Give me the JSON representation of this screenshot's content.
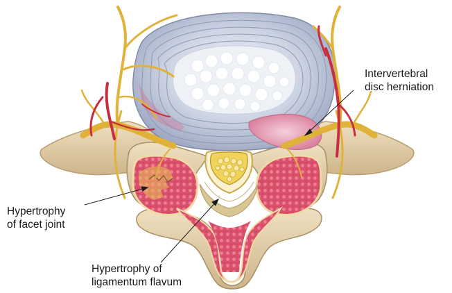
{
  "labels": {
    "disc_herniation": {
      "line1": "Intervertebral",
      "line2": "disc herniation"
    },
    "facet_joint": {
      "line1": "Hypertrophy",
      "line2": "of facet joint"
    },
    "ligamentum_flavum": {
      "line1": "Hypertrophy of",
      "line2": "ligamentum flavum"
    }
  },
  "colors": {
    "bone": "#e6d3ae",
    "bone_shade": "#c9b187",
    "disc_rings": "#a9b4cc",
    "nucleus": "#eef1f6",
    "herniation": "#e7a3b8",
    "marrow": "#d9506b",
    "nerve": "#e2b53e",
    "artery": "#c8303f",
    "ligament": "#d9c99c"
  }
}
